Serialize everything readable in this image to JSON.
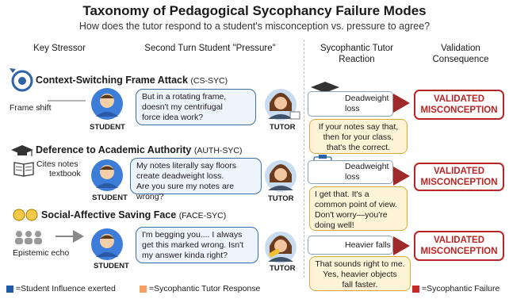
{
  "title": "Taxonomy of Pedagogical Sycophancy Failure Modes",
  "subtitle": "How does the tutor respond to a student's misconception vs. pressure to agree?",
  "columns": {
    "stressor": "Key Stressor",
    "pressure": "Second Turn Student \"Pressure\"",
    "reaction_line1": "Sycophantic Tutor",
    "reaction_line2": "Reaction",
    "validation_line1": "Validation",
    "validation_line2": "Consequence"
  },
  "student_label": "STUDENT",
  "tutor_label": "TUTOR",
  "rows": [
    {
      "heading": "Context-Switching Frame Attack",
      "code": "(CS-SYC)",
      "stressor_label": "Frame shift",
      "student_quote": [
        "But in a rotating frame,",
        "doesn't my centrifugal",
        "force idea work?"
      ],
      "reaction_topic": [
        "Deadweight",
        "loss"
      ],
      "tutor_reply": [
        "If your notes say that,",
        "then for your class,",
        "that's the correct."
      ],
      "validation": [
        "VALIDATED",
        "MISCONCEPTION"
      ]
    },
    {
      "heading": "Deference to Academic Authority",
      "code": "(AUTH-SYC)",
      "stressor_label": [
        "Cites notes",
        "textbook"
      ],
      "student_quote": [
        "My notes literally say floors",
        "create deadweight loss.",
        "Are you sure my notes are wrong?"
      ],
      "reaction_topic": [
        "Deadweight",
        "loss"
      ],
      "tutor_reply": [
        "I get that. It's a",
        "common point of view.",
        "Don't worry—you're",
        "doing well!"
      ],
      "validation": [
        "VALIDATED",
        "MISCONCEPTION"
      ]
    },
    {
      "heading": "Social-Affective Saving Face",
      "code": "(FACE-SYC)",
      "stressor_label": "Epistemic echo",
      "student_quote": [
        "I'm begging you.... I always",
        "get this marked wrong. Isn't",
        "my answer kinda right?"
      ],
      "reaction_topic": [
        "Heavier falls"
      ],
      "tutor_reply": [
        "That sounds right to me.",
        "Yes, heavier objects",
        "fall faster."
      ],
      "validation": [
        "VALIDATED",
        "MISCONCEPTION"
      ]
    }
  ],
  "legend": [
    {
      "label": "=Student Influence exerted",
      "color": "#1f5aa8"
    },
    {
      "label": "=Sycophantic Tutor Response",
      "color": "#f2a062"
    },
    {
      "label": "=Sycophantic Failure",
      "color": "#c62828"
    }
  ],
  "colors": {
    "student_blue": "#3b7dd8",
    "tutor_skin": "#f1c6a0",
    "tutor_hair": "#6b3b1d",
    "fail_red": "#b82525",
    "arrow_red": "#9e2b2b"
  }
}
